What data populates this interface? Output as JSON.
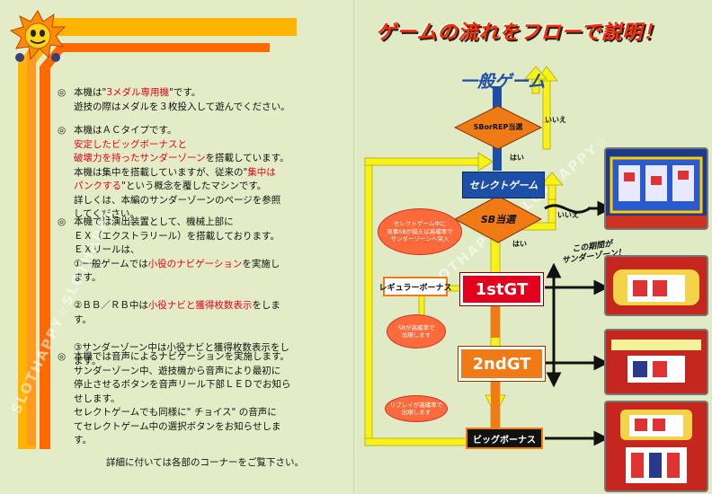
{
  "left_page": {
    "notes": [
      {
        "mark": "◎",
        "lines": [
          {
            "segments": [
              {
                "text": "本機は\""
              },
              {
                "text": "3メダル専用機",
                "red": true
              },
              {
                "text": "\"です。"
              }
            ]
          },
          {
            "segments": [
              {
                "text": "遊技の際はメダルを３枚投入して遊んでください。"
              }
            ]
          }
        ]
      },
      {
        "mark": "◎",
        "lines": [
          {
            "segments": [
              {
                "text": "本機はＡＣタイプです。"
              }
            ]
          },
          {
            "segments": [
              {
                "text": "安定したビッグボーナスと",
                "red": true
              }
            ]
          },
          {
            "segments": [
              {
                "text": "破壊力を持ったサンダーゾーン",
                "red": true
              },
              {
                "text": "を搭載しています。"
              }
            ]
          },
          {
            "segments": [
              {
                "text": "本機は集中を搭載していますが、従来の\""
              },
              {
                "text": "集中は",
                "red": true
              }
            ]
          },
          {
            "segments": [
              {
                "text": "パンクする",
                "red": true
              },
              {
                "text": "\"という概念を覆したマシンです。"
              }
            ]
          },
          {
            "segments": [
              {
                "text": "詳しくは、本編のサンダーゾーンのページを参照"
              }
            ]
          },
          {
            "segments": [
              {
                "text": "してください。"
              }
            ]
          }
        ]
      },
      {
        "mark": "◎",
        "lines": [
          {
            "segments": [
              {
                "text": "本機では演出装置として、機械上部に"
              }
            ]
          },
          {
            "segments": [
              {
                "text": "ＥＸ（エクストラリール）を搭載しております。"
              }
            ]
          },
          {
            "segments": [
              {
                "text": "ＥＸリールは、"
              }
            ]
          },
          {
            "segments": [
              {
                "text": "①一般ゲームでは"
              },
              {
                "text": "小役のナビゲーション",
                "red": true
              },
              {
                "text": "を実施し"
              }
            ]
          },
          {
            "segments": [
              {
                "text": "ます。"
              }
            ]
          },
          {
            "segments": [
              {
                "text": ""
              }
            ]
          },
          {
            "segments": [
              {
                "text": "②ＢＢ／ＲＢ中は"
              },
              {
                "text": "小役ナビと獲得枚数表示",
                "red": true
              },
              {
                "text": "をしま"
              }
            ]
          },
          {
            "segments": [
              {
                "text": "す。"
              }
            ]
          },
          {
            "segments": [
              {
                "text": ""
              }
            ]
          },
          {
            "segments": [
              {
                "text": "③サンダーゾーン中は小役ナビと獲得枚数表示をし"
              }
            ]
          },
          {
            "segments": [
              {
                "text": "ます。"
              }
            ]
          }
        ]
      },
      {
        "mark": "◎",
        "lines": [
          {
            "segments": [
              {
                "text": "本機では音声によるナビゲーションを実施します。"
              }
            ]
          },
          {
            "segments": [
              {
                "text": "サンダーゾーン中、遊技機から音声により最初に"
              }
            ]
          },
          {
            "segments": [
              {
                "text": "停止させるボタンを音声リール下部ＬＥＤでお知ら"
              }
            ]
          },
          {
            "segments": [
              {
                "text": "せします。"
              }
            ]
          },
          {
            "segments": [
              {
                "text": "セレクトゲームでも同様に\" チョイス\" の音声に"
              }
            ]
          },
          {
            "segments": [
              {
                "text": "てセレクトゲーム中の選択ボタンをお知らせしま"
              }
            ]
          },
          {
            "segments": [
              {
                "text": "す。"
              }
            ]
          }
        ]
      }
    ],
    "footer": "詳細に付いては各部のコーナーをご覧下さい。"
  },
  "flow": {
    "title": "ゲームの流れをフローで説明！",
    "normal_game": "一般ゲーム",
    "q1": "SBorREP当選",
    "no1": "いいえ",
    "yes1": "はい",
    "select_game": "セレクトゲーム",
    "q2": "SB当選",
    "no2": "いいえ",
    "yes2": "はい",
    "bubble1": [
      "セレクトゲーム中に",
      "見事SBが揃えば高確率で",
      "サンダーゾーンへ突入"
    ],
    "callout": [
      "この期間が",
      "サンダーゾーン！"
    ],
    "regular_bonus": "レギュラーボーナス",
    "gt1": "1stGT",
    "bubble2": [
      "SBが高確率で",
      "出現します"
    ],
    "gt2": "2ndGT",
    "bubble3": [
      "リプレイが高確率で",
      "出現します"
    ],
    "big_bonus": "ビッグボーナス"
  },
  "watermark": "SLOTHAPPY☆SLOTHAPPY☆",
  "colors": {
    "accent_red": "#e4001c",
    "flow_blue": "#1e4fa8",
    "flow_orange": "#f07a16",
    "arrow_yellow": "#f7f21a",
    "bg": "#e0eac5"
  }
}
